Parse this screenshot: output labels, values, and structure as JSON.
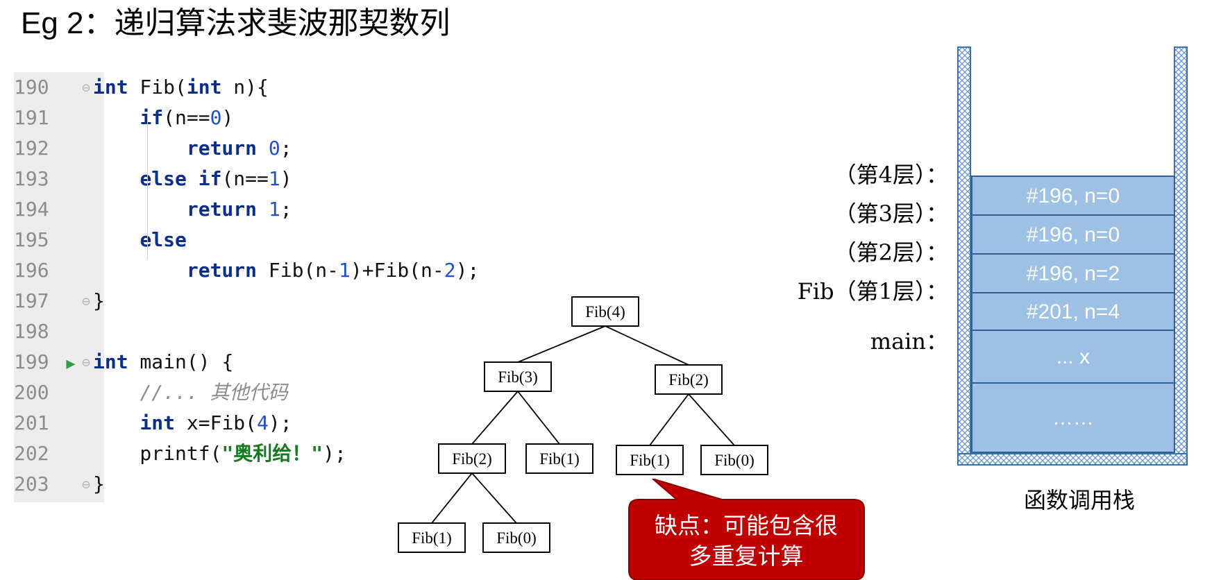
{
  "title": {
    "prefix": "Eg 2：",
    "text": "递归算法求斐波那契数列"
  },
  "code": {
    "lines": [
      {
        "no": "190",
        "tokens": [
          {
            "t": "int",
            "c": "kw"
          },
          {
            "t": " Fib("
          },
          {
            "t": "int",
            "c": "kw"
          },
          {
            "t": " n){"
          }
        ]
      },
      {
        "no": "191",
        "tokens": [
          {
            "t": "    "
          },
          {
            "t": "if",
            "c": "kw"
          },
          {
            "t": "(n=="
          },
          {
            "t": "0",
            "c": "num"
          },
          {
            "t": ")"
          }
        ]
      },
      {
        "no": "192",
        "tokens": [
          {
            "t": "        "
          },
          {
            "t": "return",
            "c": "kw"
          },
          {
            "t": " "
          },
          {
            "t": "0",
            "c": "num"
          },
          {
            "t": ";"
          }
        ]
      },
      {
        "no": "193",
        "tokens": [
          {
            "t": "    "
          },
          {
            "t": "else if",
            "c": "kw"
          },
          {
            "t": "(n=="
          },
          {
            "t": "1",
            "c": "num"
          },
          {
            "t": ")"
          }
        ]
      },
      {
        "no": "194",
        "tokens": [
          {
            "t": "        "
          },
          {
            "t": "return",
            "c": "kw"
          },
          {
            "t": " "
          },
          {
            "t": "1",
            "c": "num"
          },
          {
            "t": ";"
          }
        ]
      },
      {
        "no": "195",
        "tokens": [
          {
            "t": "    "
          },
          {
            "t": "else",
            "c": "kw"
          }
        ]
      },
      {
        "no": "196",
        "tokens": [
          {
            "t": "        "
          },
          {
            "t": "return",
            "c": "kw"
          },
          {
            "t": " Fib(n-"
          },
          {
            "t": "1",
            "c": "num"
          },
          {
            "t": ")+Fib(n-"
          },
          {
            "t": "2",
            "c": "num"
          },
          {
            "t": ");"
          }
        ]
      },
      {
        "no": "197",
        "tokens": [
          {
            "t": "}"
          }
        ]
      },
      {
        "no": "198",
        "tokens": []
      },
      {
        "no": "199",
        "tokens": [
          {
            "t": "int",
            "c": "kw"
          },
          {
            "t": " main() {"
          }
        ]
      },
      {
        "no": "200",
        "tokens": [
          {
            "t": "    "
          },
          {
            "t": "//... 其他代码",
            "c": "cmt"
          }
        ]
      },
      {
        "no": "201",
        "tokens": [
          {
            "t": "    "
          },
          {
            "t": "int",
            "c": "kw"
          },
          {
            "t": " x=Fib("
          },
          {
            "t": "4",
            "c": "num"
          },
          {
            "t": ");"
          }
        ]
      },
      {
        "no": "202",
        "tokens": [
          {
            "t": "    printf("
          },
          {
            "t": "\"奥利给！\"",
            "c": "str"
          },
          {
            "t": ");"
          }
        ]
      },
      {
        "no": "203",
        "tokens": [
          {
            "t": "}"
          }
        ]
      }
    ]
  },
  "tree": {
    "nodes": [
      {
        "label": "Fib(4)"
      },
      {
        "label": "Fib(3)"
      },
      {
        "label": "Fib(2)"
      },
      {
        "label": "Fib(2)"
      },
      {
        "label": "Fib(1)"
      },
      {
        "label": "Fib(1)"
      },
      {
        "label": "Fib(0)"
      },
      {
        "label": "Fib(1)"
      },
      {
        "label": "Fib(0)"
      }
    ]
  },
  "callout": {
    "line1": "缺点：可能包含很",
    "line2": "多重复计算",
    "color": "#c00000"
  },
  "stack": {
    "frames": [
      {
        "label": "（第4层）：",
        "content": "#196, n=0"
      },
      {
        "label": "（第3层）：",
        "content": "#196, n=0"
      },
      {
        "label": "（第2层）：",
        "content": "#196, n=2"
      },
      {
        "label": "Fib（第1层）：",
        "content": "#201, n=4"
      },
      {
        "label": "main：",
        "content": "... x"
      },
      {
        "label": "",
        "content": "……"
      }
    ],
    "caption": "函数调用栈",
    "fill_color": "#9dc0e4",
    "border_color": "#2f5f96"
  }
}
